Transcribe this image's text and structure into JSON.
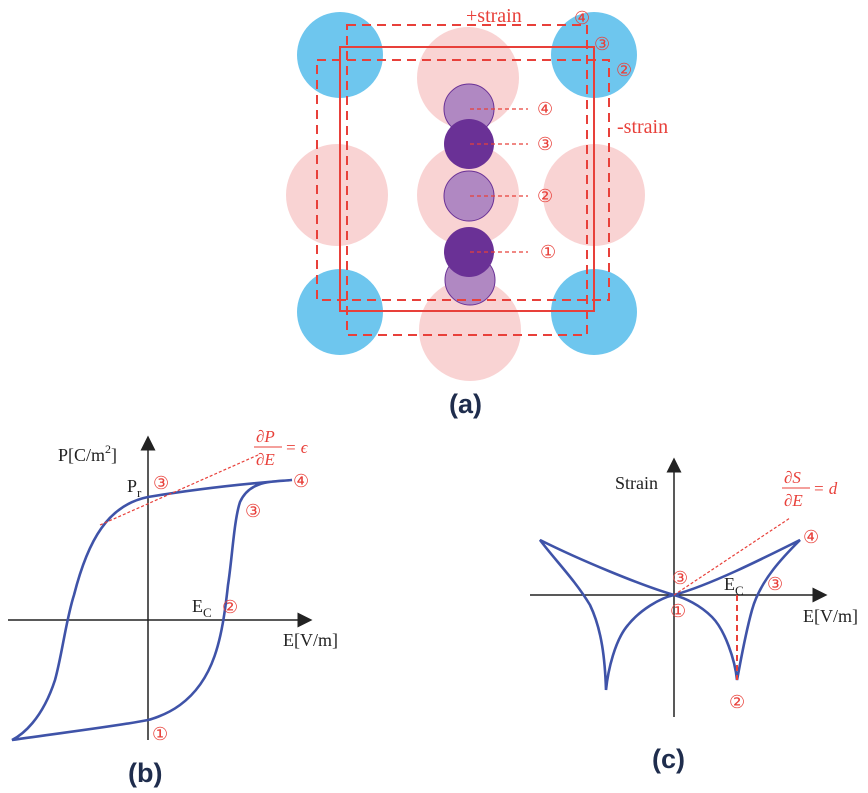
{
  "panel_a": {
    "label": "(a)",
    "plus_strain": "+strain",
    "minus_strain": "-strain",
    "corner_markers": [
      "④",
      "③",
      "②"
    ],
    "ion_markers": [
      "④",
      "③",
      "②",
      "①"
    ]
  },
  "panel_b": {
    "label": "(b)",
    "y_axis_label": "P[C/m",
    "y_axis_sup": "2",
    "y_axis_close": "]",
    "x_axis_label": "E[V/m]",
    "pr_main": "P",
    "pr_sub": "r",
    "ec_main": "E",
    "ec_sub": "C",
    "formula_num": "∂P",
    "formula_den": "∂E",
    "formula_rhs": "= ϵ",
    "markers": [
      "③",
      "④",
      "③",
      "②",
      "①"
    ]
  },
  "panel_c": {
    "label": "(c)",
    "y_axis_label": "Strain",
    "x_axis_label": "E[V/m]",
    "ec_main": "E",
    "ec_sub": "C",
    "formula_num": "∂S",
    "formula_den": "∂E",
    "formula_rhs": "= d",
    "markers": [
      "④",
      "③",
      "③",
      "①",
      "②"
    ]
  },
  "colors": {
    "blue_atom": "#6ec6ee",
    "pink_atom": "#f9d3d3",
    "dark_ion": "#6a3196",
    "light_ion": "#b088c2",
    "red": "#e8403a",
    "curve": "#3f53a8",
    "label": "#1f2d4d"
  }
}
